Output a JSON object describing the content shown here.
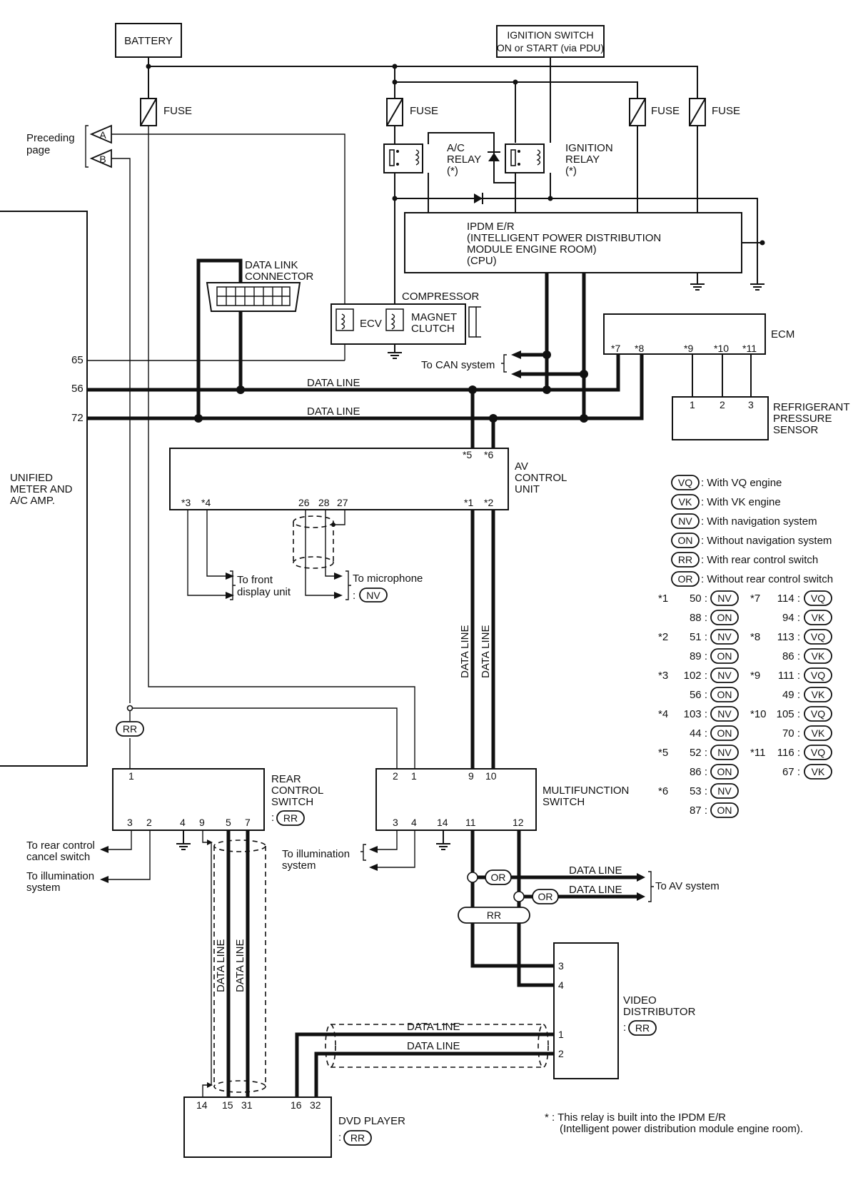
{
  "components": {
    "battery": "BATTERY",
    "ignition_line1": "IGNITION SWITCH",
    "ignition_line2": "ON or START (via PDU)",
    "fuse": "FUSE",
    "ac_relay": [
      "A/C",
      "RELAY",
      "(*)"
    ],
    "ignition_relay": [
      "IGNITION",
      "RELAY",
      "(*)"
    ],
    "ipdm": [
      "IPDM E/R",
      "(INTELLIGENT POWER DISTRIBUTION",
      " MODULE ENGINE ROOM)",
      "(CPU)"
    ],
    "data_link": [
      "DATA LINK",
      "CONNECTOR"
    ],
    "compressor": "COMPRESSOR",
    "ecv": "ECV",
    "magnet_clutch": [
      "MAGNET",
      "CLUTCH"
    ],
    "ecm": "ECM",
    "ecm_pins": [
      "*7",
      "*8",
      "*9",
      "*10",
      "*11"
    ],
    "refrigerant": [
      "REFRIGERANT",
      "PRESSURE",
      "SENSOR"
    ],
    "refrigerant_pins": [
      "1",
      "2",
      "3"
    ],
    "preceding": [
      "Preceding",
      "page"
    ],
    "connectors": [
      "A",
      "B"
    ],
    "unified": [
      "UNIFIED",
      "METER AND",
      "A/C AMP."
    ],
    "unified_pins": [
      "65",
      "56",
      "72"
    ],
    "data_line": "DATA LINE",
    "to_can": "To CAN system",
    "av_unit": [
      "AV",
      "CONTROL",
      "UNIT"
    ],
    "av_top_pins": [
      "*5",
      "*6"
    ],
    "av_bottom_pins": [
      "*3",
      "*4",
      "26",
      "28",
      "27",
      "*1",
      "*2"
    ],
    "to_front": [
      "To front",
      "display unit"
    ],
    "to_mic": "To microphone",
    "rear_switch": [
      "REAR",
      "CONTROL",
      "SWITCH"
    ],
    "rear_top_pin": "1",
    "rear_bottom_pins": [
      "3",
      "2",
      "4",
      "9",
      "5",
      "7"
    ],
    "to_rear_cancel": [
      "To rear control",
      "cancel switch"
    ],
    "to_illum_rear": [
      "To illumination",
      "system"
    ],
    "multifunction": [
      "MULTIFUNCTION",
      "SWITCH"
    ],
    "mf_top_pins": [
      "2",
      "1",
      "9",
      "10"
    ],
    "mf_bottom_pins": [
      "3",
      "4",
      "14",
      "11",
      "12"
    ],
    "to_illum_mf": [
      "To illumination",
      "system"
    ],
    "to_av": "To AV system",
    "video": [
      "VIDEO",
      "DISTRIBUTOR"
    ],
    "video_pins": [
      "3",
      "4",
      "1",
      "2"
    ],
    "dvd": "DVD PLAYER",
    "dvd_pins": [
      "14",
      "15",
      "31",
      "16",
      "32"
    ],
    "relay_note": [
      "* : This relay is built into the IPDM E/R",
      "(Intelligent power distribution module engine room)."
    ]
  },
  "badges": {
    "VQ": "VQ",
    "VK": "VK",
    "NV": "NV",
    "ON": "ON",
    "RR": "RR",
    "OR": "OR"
  },
  "legend_defs": [
    {
      "code": "VQ",
      "text": ": With VQ engine"
    },
    {
      "code": "VK",
      "text": ": With VK engine"
    },
    {
      "code": "NV",
      "text": ": With navigation system"
    },
    {
      "code": "ON",
      "text": ": Without navigation system"
    },
    {
      "code": "RR",
      "text": ": With rear control switch"
    },
    {
      "code": "OR",
      "text": ": Without rear control switch"
    }
  ],
  "pin_table_left": [
    {
      "star": "*1",
      "pin": "50 :",
      "code": "NV"
    },
    {
      "star": "",
      "pin": "88 :",
      "code": "ON"
    },
    {
      "star": "*2",
      "pin": "51 :",
      "code": "NV"
    },
    {
      "star": "",
      "pin": "89 :",
      "code": "ON"
    },
    {
      "star": "*3",
      "pin": "102 :",
      "code": "NV"
    },
    {
      "star": "",
      "pin": "56 :",
      "code": "ON"
    },
    {
      "star": "*4",
      "pin": "103 :",
      "code": "NV"
    },
    {
      "star": "",
      "pin": "44 :",
      "code": "ON"
    },
    {
      "star": "*5",
      "pin": "52 :",
      "code": "NV"
    },
    {
      "star": "",
      "pin": "86 :",
      "code": "ON"
    },
    {
      "star": "*6",
      "pin": "53 :",
      "code": "NV"
    },
    {
      "star": "",
      "pin": "87 :",
      "code": "ON"
    }
  ],
  "pin_table_right": [
    {
      "star": "*7",
      "pin": "114 :",
      "code": "VQ"
    },
    {
      "star": "",
      "pin": "94 :",
      "code": "VK"
    },
    {
      "star": "*8",
      "pin": "113 :",
      "code": "VQ"
    },
    {
      "star": "",
      "pin": "86 :",
      "code": "VK"
    },
    {
      "star": "*9",
      "pin": "111 :",
      "code": "VQ"
    },
    {
      "star": "",
      "pin": "49 :",
      "code": "VK"
    },
    {
      "star": "*10",
      "pin": "105 :",
      "code": "VQ"
    },
    {
      "star": "",
      "pin": "70 :",
      "code": "VK"
    },
    {
      "star": "*11",
      "pin": "116 :",
      "code": "VQ"
    },
    {
      "star": "",
      "pin": "67 :",
      "code": "VK"
    }
  ]
}
